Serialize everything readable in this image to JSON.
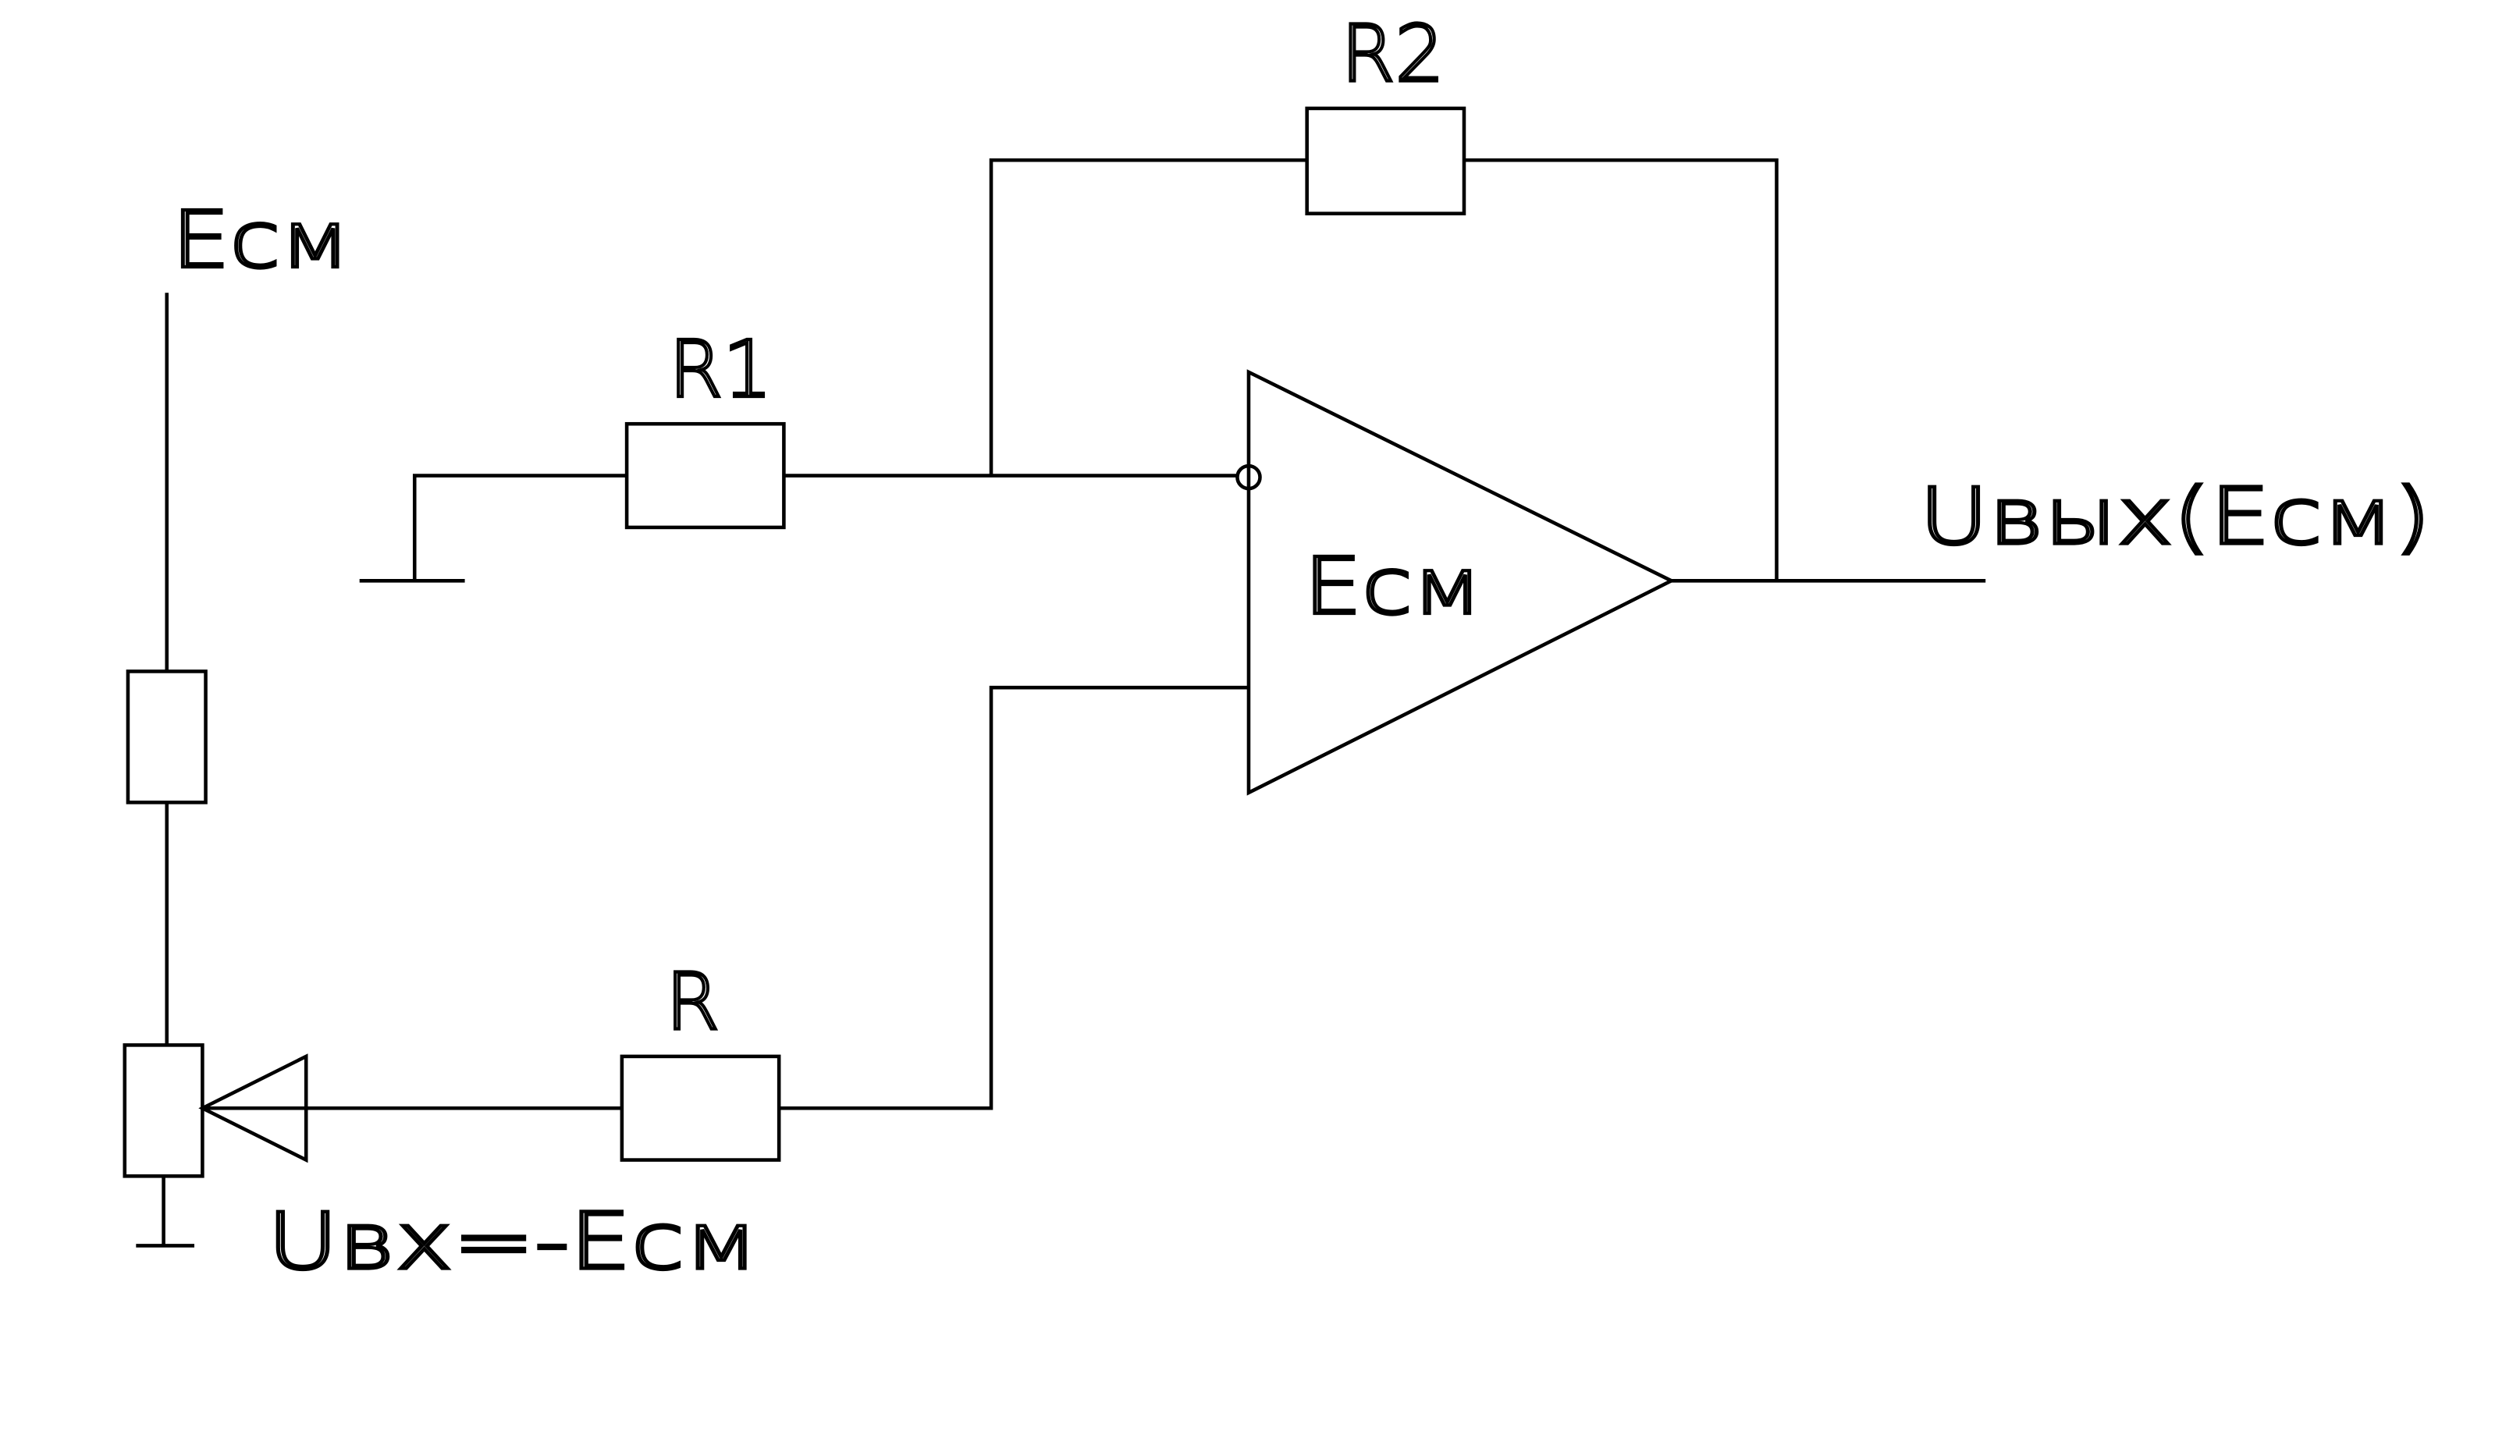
{
  "diagram": {
    "labels": {
      "r2": "R2",
      "r1": "R1",
      "r": "R",
      "ecm_supply": "Eсм",
      "opamp_ecm": "Eсм",
      "u_out": "Uвых(Eсм)",
      "u_in": "Uвх=-Eсм"
    },
    "colors": {
      "stroke": "#000000",
      "background": "#ffffff"
    }
  }
}
